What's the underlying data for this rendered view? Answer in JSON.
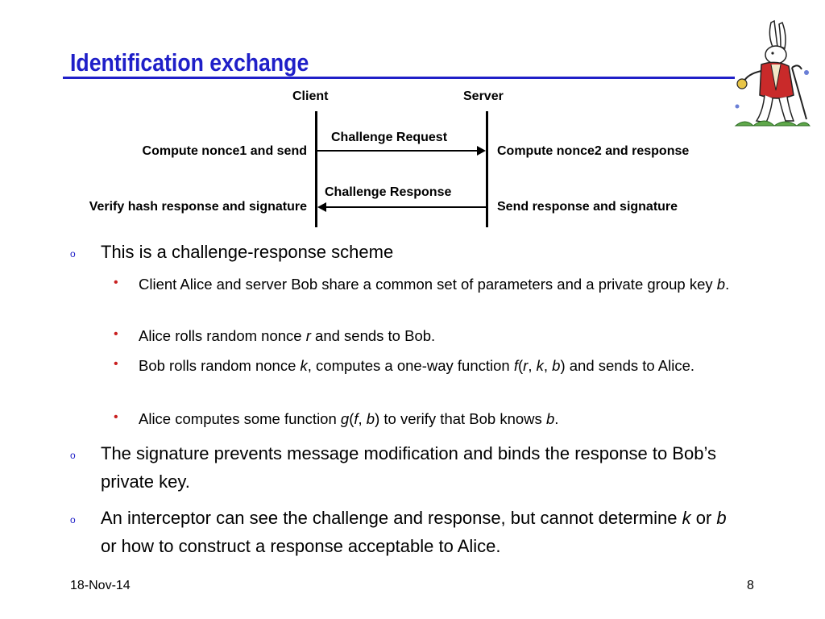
{
  "slide": {
    "title": "Identification exchange",
    "date": "18-Nov-14",
    "page_number": "8"
  },
  "diagram": {
    "client_label": "Client",
    "server_label": "Server",
    "messages": [
      {
        "label": "Challenge Request",
        "direction": "client-to-server",
        "client_action": "Compute nonce1 and send",
        "server_action": "Compute nonce2 and response"
      },
      {
        "label": "Challenge Response",
        "direction": "server-to-client",
        "client_action": "Verify hash response and signature",
        "server_action": "Send response and signature"
      }
    ]
  },
  "bullets": [
    {
      "text": "This is a challenge-response scheme",
      "sub": [
        {
          "parts": [
            "Client Alice and server Bob share a common set of parameters and a private group key ",
            "b",
            "."
          ]
        },
        {
          "parts": [
            "Alice rolls random nonce ",
            "r",
            " and sends to Bob."
          ]
        },
        {
          "parts": [
            "Bob rolls random nonce ",
            "k",
            ", computes a one-way function ",
            "f",
            "(",
            "r",
            ", ",
            "k",
            ", ",
            "b",
            ") and sends to Alice."
          ]
        },
        {
          "parts": [
            "Alice computes some function ",
            "g",
            "(",
            "f",
            ", ",
            "b",
            ") to verify that Bob knows ",
            "b",
            "."
          ]
        }
      ]
    },
    {
      "parts": [
        "The signature prevents message modification and binds the response to Bob’s private key."
      ]
    },
    {
      "parts": [
        "An interceptor can see the challenge and response, but cannot determine ",
        "k",
        " or ",
        "b",
        " or how to construct a response acceptable to Alice."
      ]
    }
  ],
  "colors": {
    "title": "#1f1fc8",
    "level1_marker": "#1f1fc8",
    "level2_marker": "#c81f1f"
  },
  "icons": {
    "decoration": "white-rabbit-icon"
  }
}
